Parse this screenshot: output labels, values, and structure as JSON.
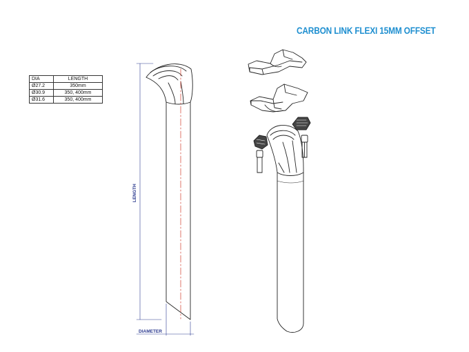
{
  "title": "CARBON LINK FLEXI 15MM OFFSET",
  "colors": {
    "title": "#1f8fd0",
    "dimension": "#2b3a8f",
    "centerline": "#d23a2a",
    "line": "#222222"
  },
  "spec_table": {
    "headers": [
      "DIA",
      "LENGTH"
    ],
    "rows": [
      [
        "Ø27.2",
        "350mm"
      ],
      [
        "Ø30.9",
        "350, 400mm"
      ],
      [
        "Ø31.6",
        "350, 400mm"
      ]
    ]
  },
  "dimensions": {
    "length_label": "LENGTH",
    "diameter_label": "DIAMETER"
  }
}
